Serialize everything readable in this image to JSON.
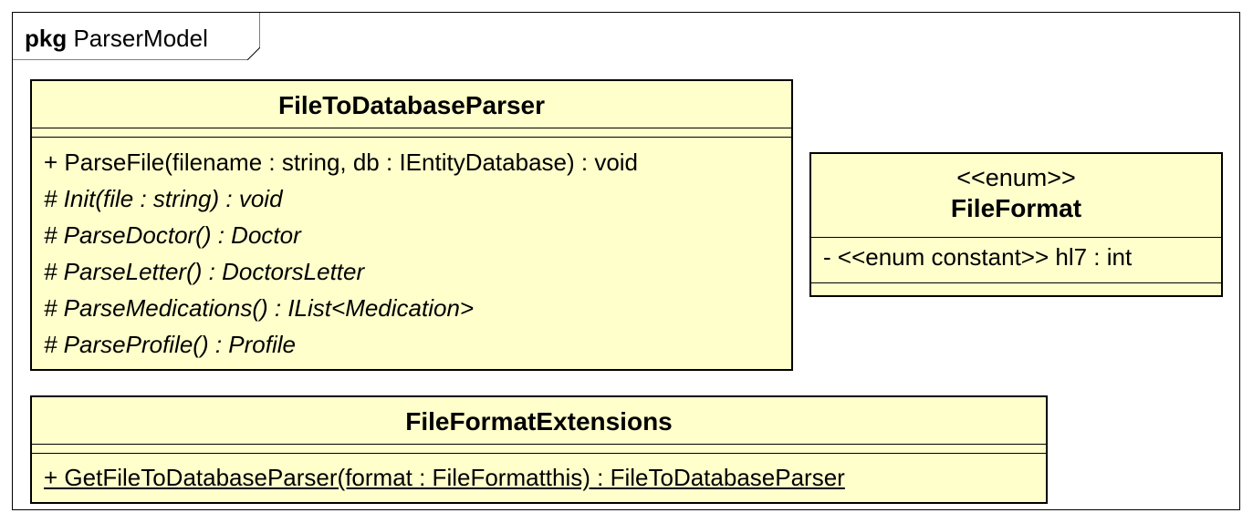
{
  "package": {
    "keyword": "pkg",
    "name": "ParserModel"
  },
  "classes": [
    {
      "name": "FileToDatabaseParser",
      "operations": [
        "+ ParseFile(filename : string, db : IEntityDatabase) : void",
        "# Init(file : string) : void",
        "# ParseDoctor() : Doctor",
        "# ParseLetter() : DoctorsLetter",
        "# ParseMedications() : IList<Medication>",
        "# ParseProfile() : Profile"
      ]
    },
    {
      "stereotype": "<<enum>>",
      "name": "FileFormat",
      "attributes": [
        "- <<enum constant>> hl7 : int"
      ]
    },
    {
      "name": "FileFormatExtensions",
      "operations": [
        "+ GetFileToDatabaseParser(format : FileFormatthis) : FileToDatabaseParser"
      ]
    }
  ],
  "colors": {
    "class_fill": "#ffffcc",
    "line": "#000000",
    "background": "#ffffff"
  }
}
